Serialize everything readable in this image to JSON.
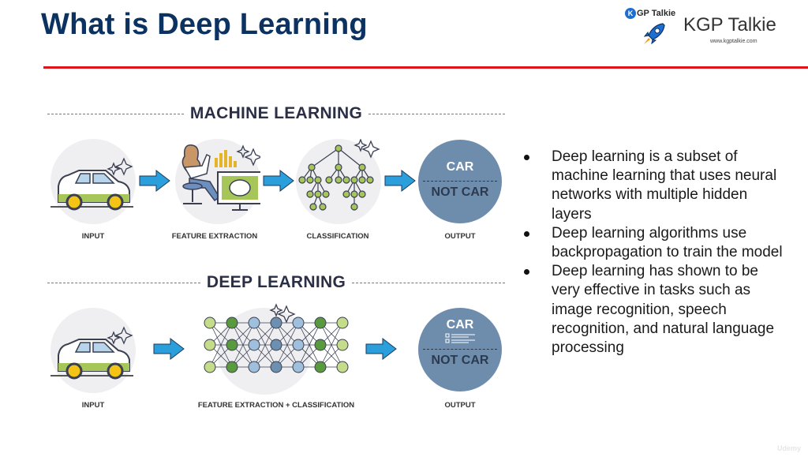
{
  "slide": {
    "title": "What is Deep Learning",
    "accent_color": "#e0141b",
    "title_color": "#0b3260"
  },
  "logo": {
    "badge_text": "GP Talkie",
    "badge_letter": "K",
    "name": "KGP Talkie",
    "url": "www.kgptalkie.com",
    "icon": "rocket-icon"
  },
  "machine_learning": {
    "heading": "MACHINE LEARNING",
    "steps": [
      {
        "label": "INPUT",
        "icon": "car-icon"
      },
      {
        "label": "FEATURE EXTRACTION",
        "icon": "person-at-computer-icon"
      },
      {
        "label": "CLASSIFICATION",
        "icon": "decision-tree-icon"
      },
      {
        "label": "OUTPUT",
        "icon": "output-circle"
      }
    ],
    "output": {
      "positive": "CAR",
      "negative": "NOT CAR"
    }
  },
  "deep_learning": {
    "heading": "DEEP LEARNING",
    "steps": [
      {
        "label": "INPUT",
        "icon": "car-icon"
      },
      {
        "label": "FEATURE EXTRACTION + CLASSIFICATION",
        "icon": "neural-network-icon"
      },
      {
        "label": "OUTPUT",
        "icon": "output-circle"
      }
    ],
    "output": {
      "positive": "CAR",
      "negative": "NOT CAR"
    }
  },
  "bullets": [
    "Deep learning is a subset of machine learning that uses neural networks with multiple hidden layers",
    "Deep learning algorithms use backpropagation to train the model",
    "Deep learning has shown to be very effective in tasks such as image recognition, speech recognition, and natural language processing"
  ],
  "watermark": "Udemy"
}
